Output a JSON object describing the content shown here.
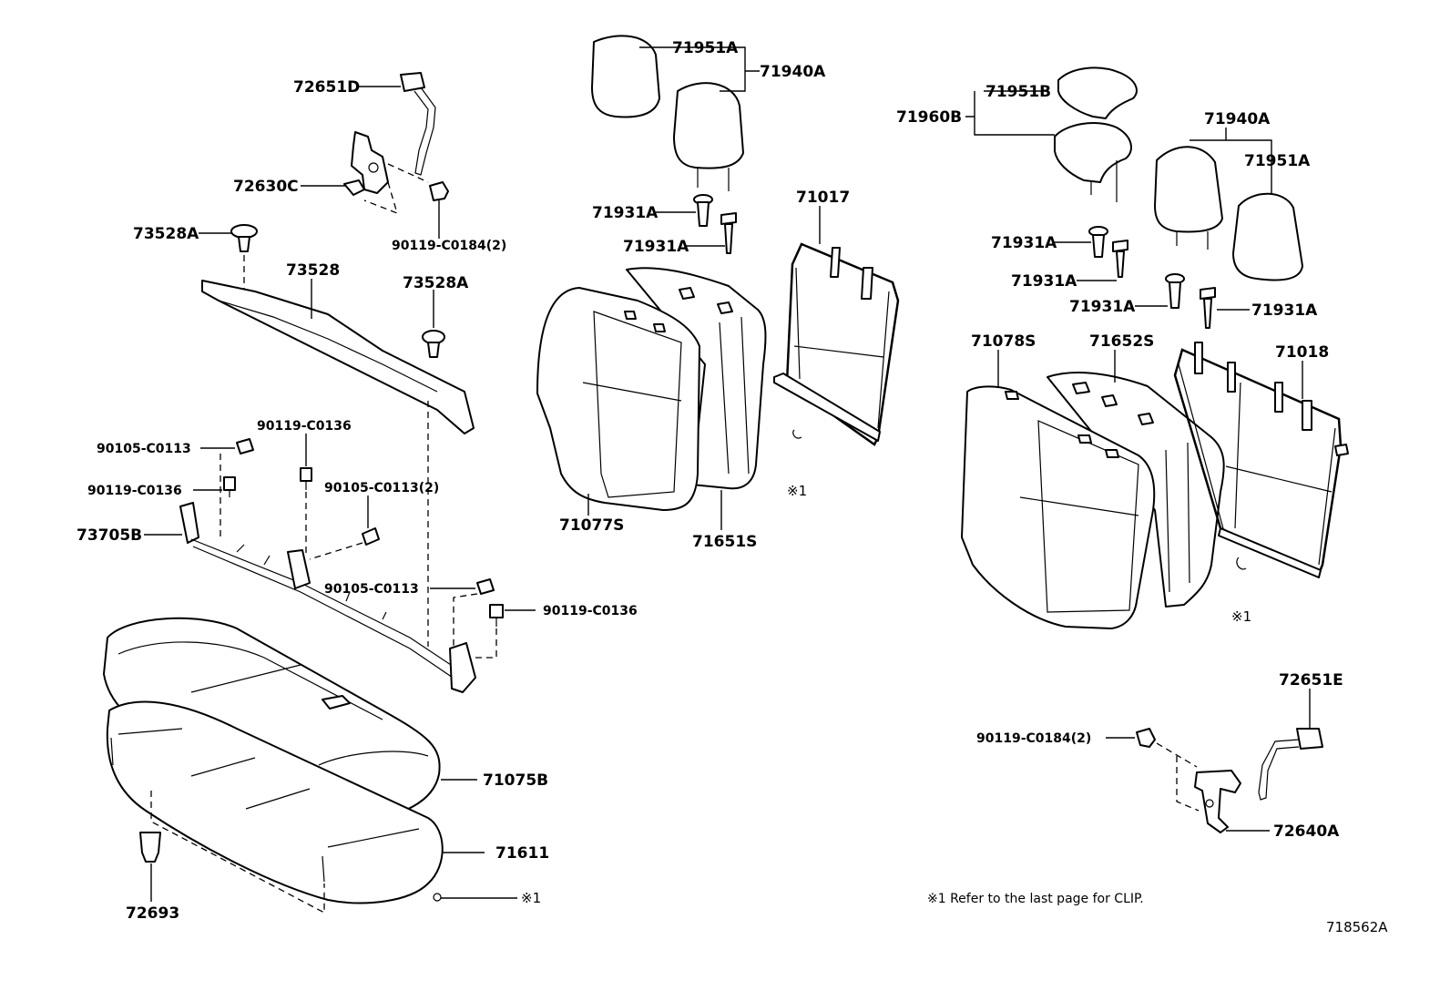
{
  "callouts": {
    "p72651D": "72651D",
    "p72630C": "72630C",
    "p90119_C0184_left": "90119-C0184(2)",
    "p73528A_top": "73528A",
    "p73528": "73528",
    "p73528A_mid": "73528A",
    "p90105_C0113_a": "90105-C0113",
    "p90119_C0136_a": "90119-C0136",
    "p90119_C0136_b": "90119-C0136",
    "p73705B": "73705B",
    "p90105_C0113_2": "90105-C0113(2)",
    "p90105_C0113_c": "90105-C0113",
    "p90119_C0136_c": "90119-C0136",
    "p71075B": "71075B",
    "p71611": "71611",
    "p72693": "72693",
    "p71951A_a": "71951A",
    "p71940A_a": "71940A",
    "p71931A_a": "71931A",
    "p71931A_b": "71931A",
    "p71017": "71017",
    "p71077S": "71077S",
    "p71651S": "71651S",
    "p71951B": "71951B",
    "p71960B": "71960B",
    "p71940A_b": "71940A",
    "p71951A_b": "71951A",
    "p71931A_c": "71931A",
    "p71931A_d": "71931A",
    "p71931A_e": "71931A",
    "p71931A_f": "71931A",
    "p71078S": "71078S",
    "p71652S": "71652S",
    "p71018": "71018",
    "p72651E": "72651E",
    "p90119_C0184_right": "90119-C0184(2)",
    "p72640A": "72640A"
  },
  "clip_marks": {
    "a": "※1",
    "b": "※1",
    "c": "※1"
  },
  "note": "※1 Refer to the last page for CLIP.",
  "illustration_ref": "718562A"
}
